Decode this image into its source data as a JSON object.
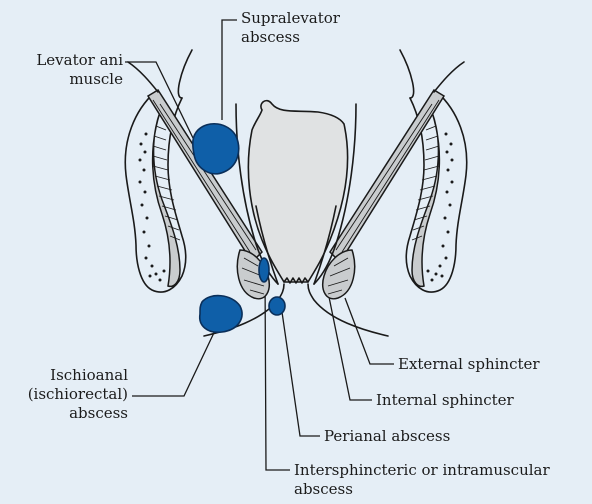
{
  "labels": {
    "supralevator_line1": "Supralevator",
    "supralevator_line2": "abscess",
    "levator_line1": "Levator ani",
    "levator_line2": "muscle",
    "ischio_line1": "Ischioanal",
    "ischio_line2": "(ischiorectal)",
    "ischio_line3": "abscess",
    "external_sphincter": "External sphincter",
    "internal_sphincter": "Internal sphincter",
    "perianal": "Perianal abscess",
    "intersphincteric_line1": "Intersphincteric or intramuscular",
    "intersphincteric_line2": "abscess"
  },
  "colors": {
    "background": "#e5eef6",
    "abscess": "#0f5fa8",
    "rectum": "#e0e2e3",
    "muscle": "#c9ccce",
    "ink": "#1a1a1a"
  }
}
